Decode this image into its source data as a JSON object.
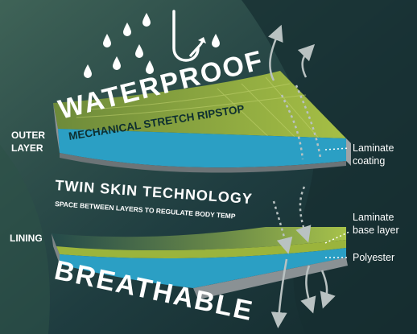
{
  "headings": {
    "waterproof": "WATERPROOF",
    "breathable": "BREATHABLE"
  },
  "layers": {
    "outer_label_line1": "OUTER",
    "outer_label_line2": "LAYER",
    "outer_fabric": "MECHANICAL STRETCH RIPSTOP",
    "lining_label": "LINING"
  },
  "technology": {
    "title": "TWIN SKIN TECHNOLOGY",
    "subtitle": "SPACE BETWEEN LAYERS TO REGULATE BODY TEMP"
  },
  "annotations": {
    "laminate_coating_line1": "Laminate",
    "laminate_coating_line2": "coating",
    "laminate_base_line1": "Laminate",
    "laminate_base_line2": "base layer",
    "polyester": "Polyester"
  },
  "icons": [
    "raindrop-icon",
    "hook-icon",
    "curved-arrow-icon"
  ],
  "colors": {
    "background": "#1c3a3c",
    "fabric_green": "#9bb43c",
    "membrane_blue": "#2b9fc4",
    "edge_grey": "#9ea3a6",
    "text_white": "#ffffff"
  }
}
